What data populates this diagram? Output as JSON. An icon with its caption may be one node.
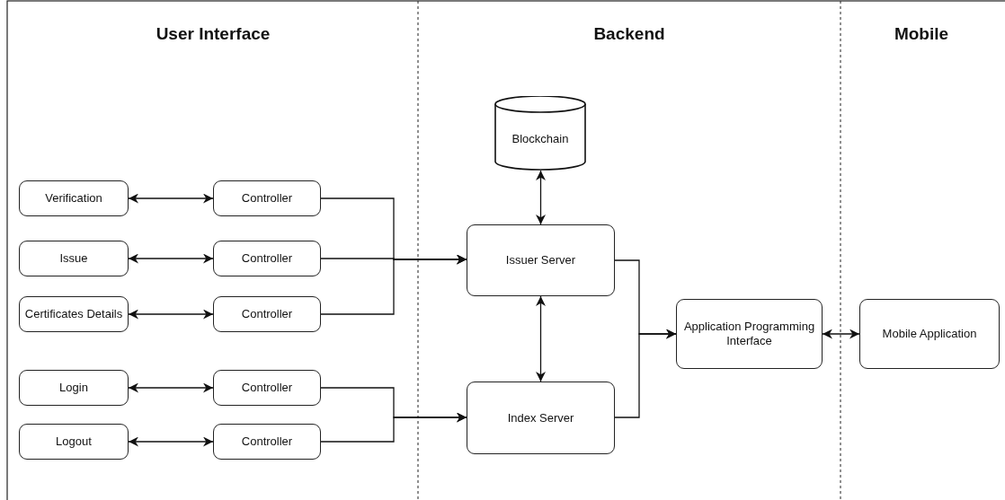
{
  "diagram": {
    "nodes": [
      {
        "text": [
          "Verification"
        ]
      },
      {
        "text": [
          "Controller"
        ]
      },
      {
        "text": [
          "Issue"
        ]
      },
      {
        "text": [
          "Controller"
        ]
      },
      {
        "text": [
          "Certificates Details"
        ]
      },
      {
        "text": [
          "Controller"
        ]
      },
      {
        "text": [
          "Login"
        ]
      },
      {
        "text": [
          "Controller"
        ]
      },
      {
        "text": [
          "Logout"
        ]
      },
      {
        "text": [
          "Controller"
        ]
      },
      {
        "text": [
          "Blockchain"
        ]
      },
      {
        "text": [
          "Issuer Server"
        ]
      },
      {
        "text": [
          "Index Server"
        ]
      },
      {
        "text": [
          "Application Programming Interface"
        ]
      },
      {
        "text": [
          "Mobile Application"
        ]
      }
    ],
    "edges": [
      {
        "from": 0,
        "to": 1,
        "arrow": "both"
      },
      {
        "from": 2,
        "to": 3,
        "arrow": "both"
      },
      {
        "from": 4,
        "to": 5,
        "arrow": "both"
      },
      {
        "from": 6,
        "to": 7,
        "arrow": "both"
      },
      {
        "from": 8,
        "to": 9,
        "arrow": "both"
      },
      {
        "from": 1,
        "to": 11,
        "arrow": "to"
      },
      {
        "from": 3,
        "to": 11,
        "arrow": "to"
      },
      {
        "from": 5,
        "to": 11,
        "arrow": "to"
      },
      {
        "from": 7,
        "to": 12,
        "arrow": "to"
      },
      {
        "from": 9,
        "to": 12,
        "arrow": "to"
      },
      {
        "from": 10,
        "to": 11,
        "arrow": "both"
      },
      {
        "from": 11,
        "to": 12,
        "arrow": "both"
      },
      {
        "from": 11,
        "to": 13,
        "arrow": "to"
      },
      {
        "from": 12,
        "to": 13,
        "arrow": "to"
      },
      {
        "from": 13,
        "to": 14,
        "arrow": "both"
      }
    ],
    "labels": [
      "User Interface",
      "Backend",
      "Mobile"
    ]
  }
}
